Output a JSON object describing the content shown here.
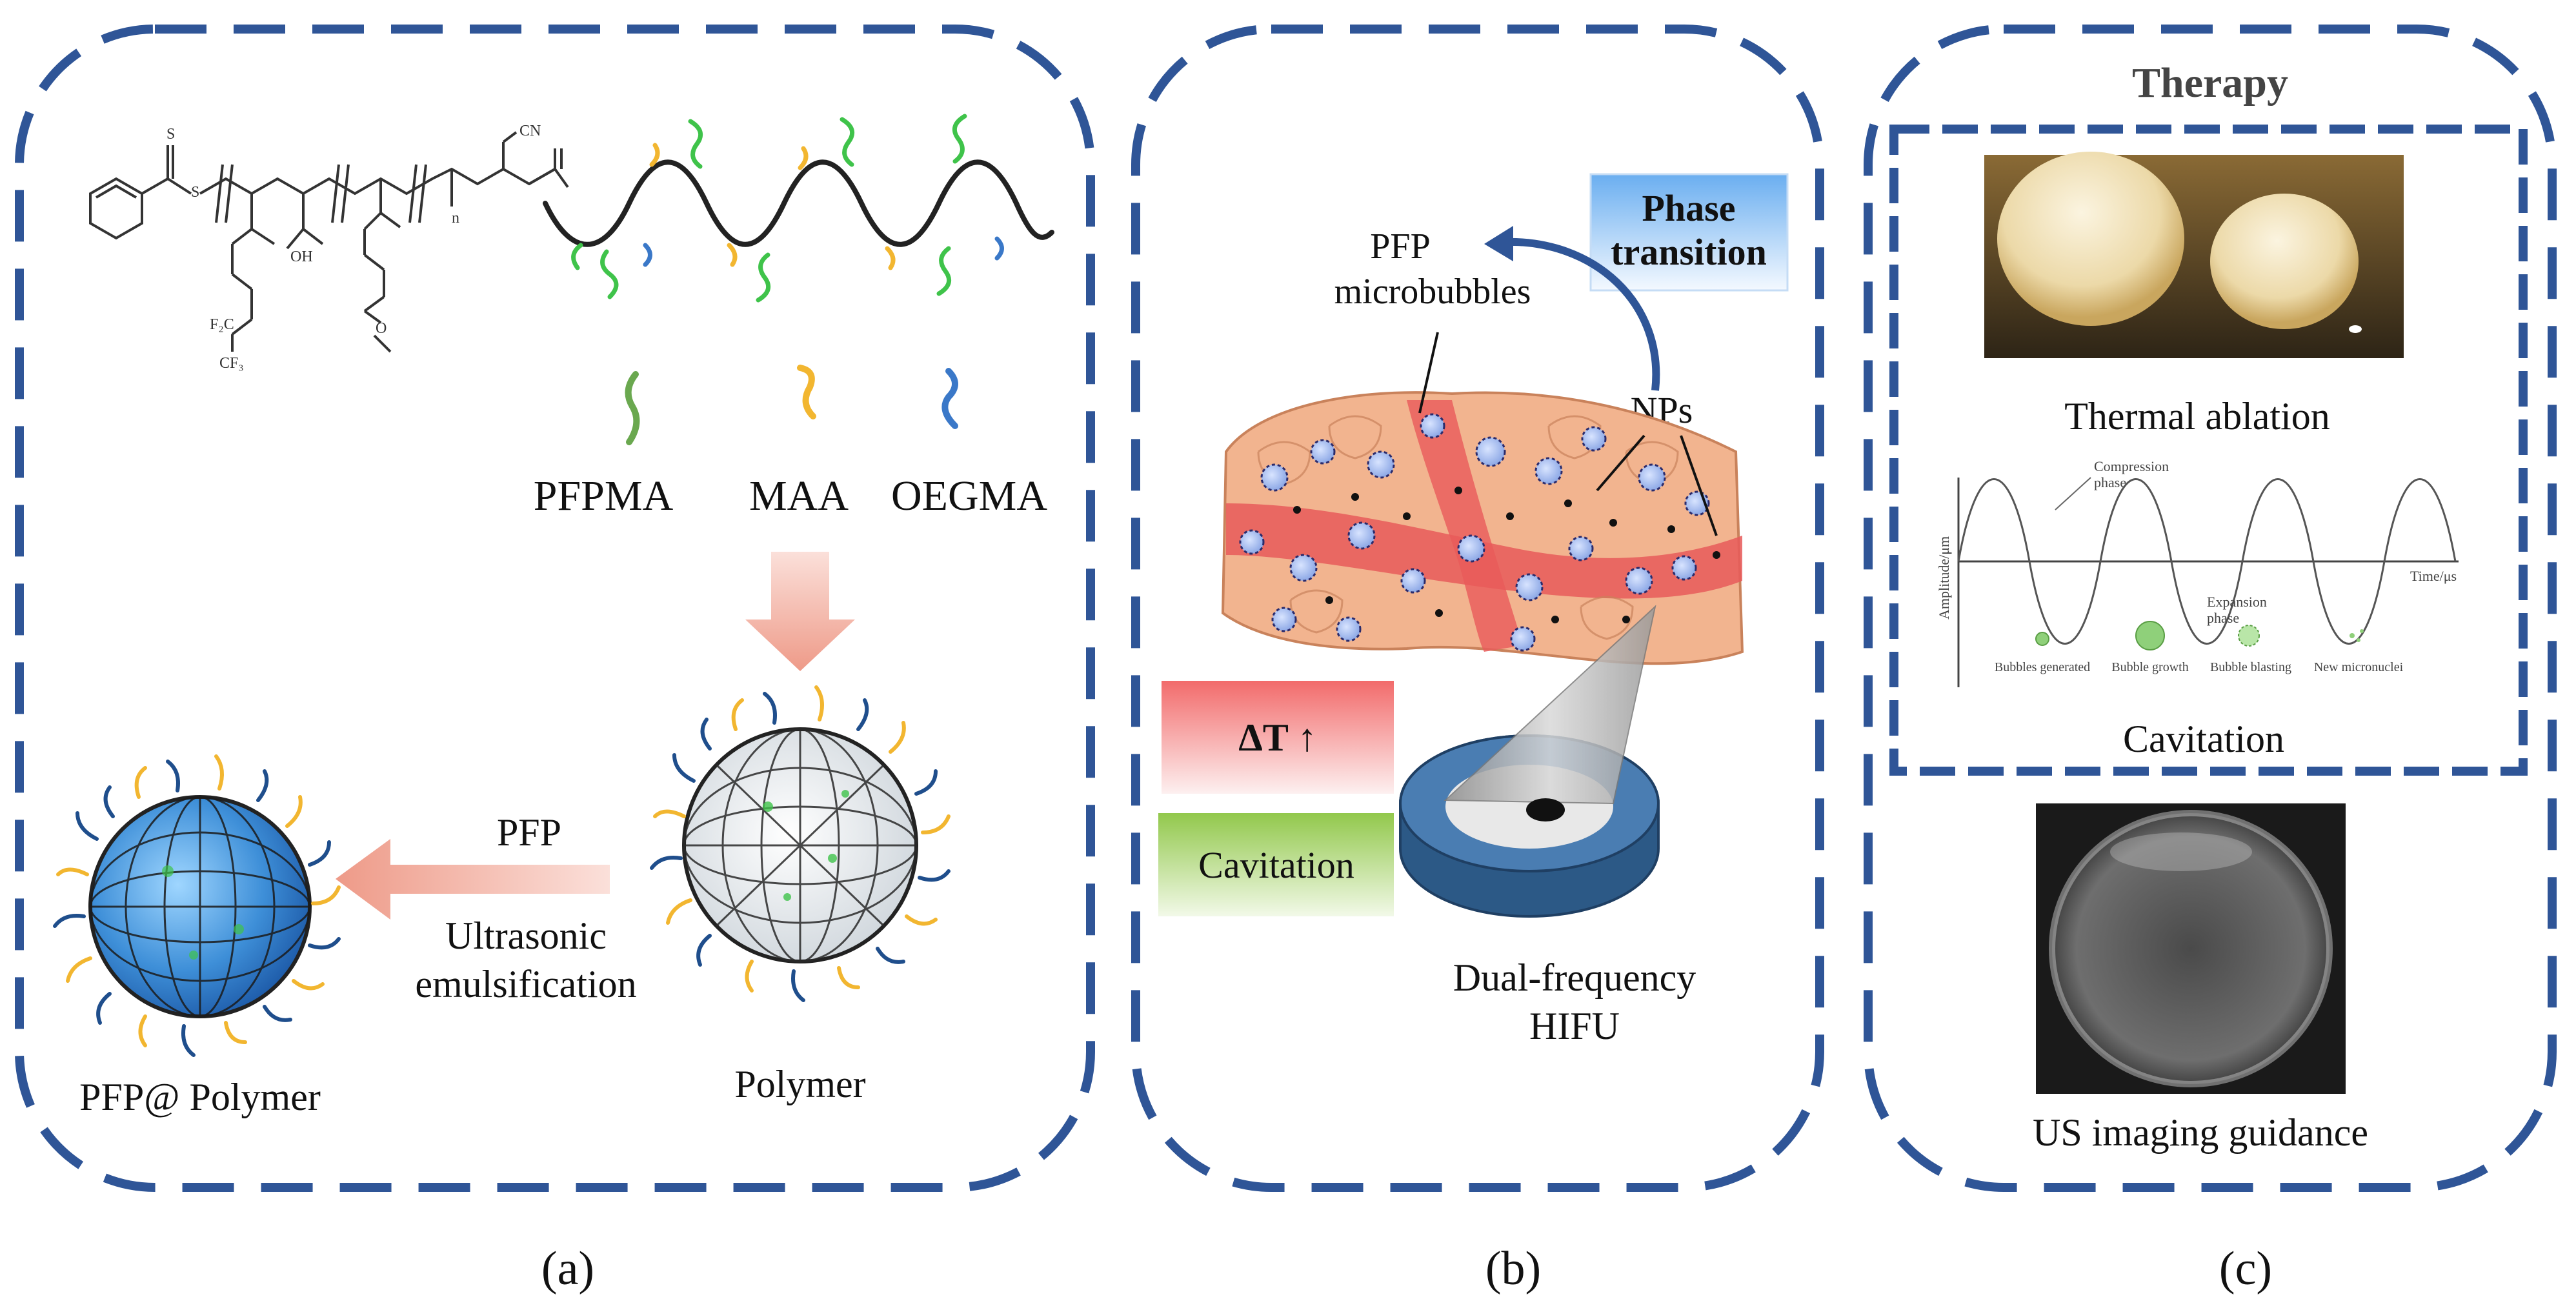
{
  "colors": {
    "frame": "#2f5597",
    "arrow_pink": "#ef9f8e",
    "tissue": "#f2b48f",
    "vessel": "#e85a5a",
    "bubble": "#a9bff0",
    "hifu_blue": "#3b6ea5",
    "phase_box": "#7ab4ee",
    "delta_box": "#f07a7a",
    "cav_box": "#9ccd55",
    "chain_green": "#3fc34a",
    "chain_yellow": "#f2b630",
    "chain_blue": "#3a78c8",
    "polymer_blue": "#1f4e8c"
  },
  "panel_a": {
    "monomer_labels": [
      "PFPMA",
      "MAA",
      "OEGMA"
    ],
    "chem_labels": {
      "s": "S",
      "oh": "OH",
      "cn": "CN",
      "f2c": "F₂C",
      "cf3": "CF₃",
      "o": "O",
      "n": "n"
    },
    "arrow_top": "PFP",
    "arrow_bottom_1": "Ultrasonic",
    "arrow_bottom_2": "emulsification",
    "polymer_label": "Polymer",
    "product_label": "PFP@ Polymer",
    "caption": "(a)"
  },
  "panel_b": {
    "phase_line1": "Phase",
    "phase_line2": "transition",
    "microbubbles_line1": "PFP",
    "microbubbles_line2": "microbubbles",
    "nps": "NPs",
    "delta_t": "ΔT ↑",
    "cavitation": "Cavitation",
    "hifu_line1": "Dual-frequency",
    "hifu_line2": "HIFU",
    "caption": "(b)"
  },
  "panel_c": {
    "therapy": "Therapy",
    "thermal": "Thermal ablation",
    "cavitation": "Cavitation",
    "us_guidance": "US imaging guidance",
    "plot_labels": {
      "compression_1": "Compression",
      "compression_2": "phase",
      "expansion_1": "Expansion",
      "expansion_2": "phase",
      "time": "Time/μs",
      "amplitude": "Amplitude/μm",
      "stages": [
        "Bubbles generated",
        "Bubble growth",
        "Bubble blasting",
        "New micronuclei"
      ]
    },
    "caption": "(c)"
  }
}
